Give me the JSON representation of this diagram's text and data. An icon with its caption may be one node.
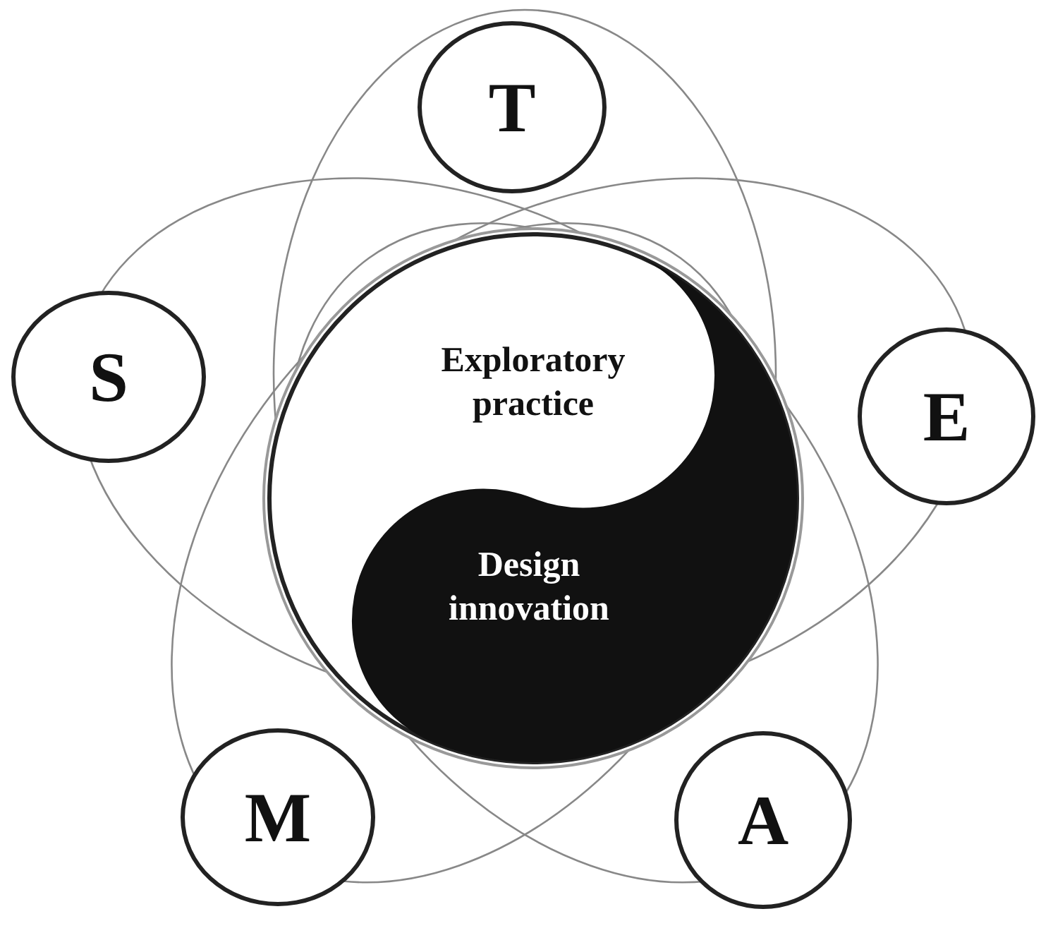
{
  "diagram": {
    "nodes": [
      {
        "text": [
          "T"
        ]
      },
      {
        "text": [
          "S"
        ]
      },
      {
        "text": [
          "E"
        ]
      },
      {
        "text": [
          "Exploratory practice",
          "Design innovation"
        ]
      },
      {
        "text": [
          "M"
        ]
      },
      {
        "text": [
          "A"
        ]
      }
    ]
  }
}
